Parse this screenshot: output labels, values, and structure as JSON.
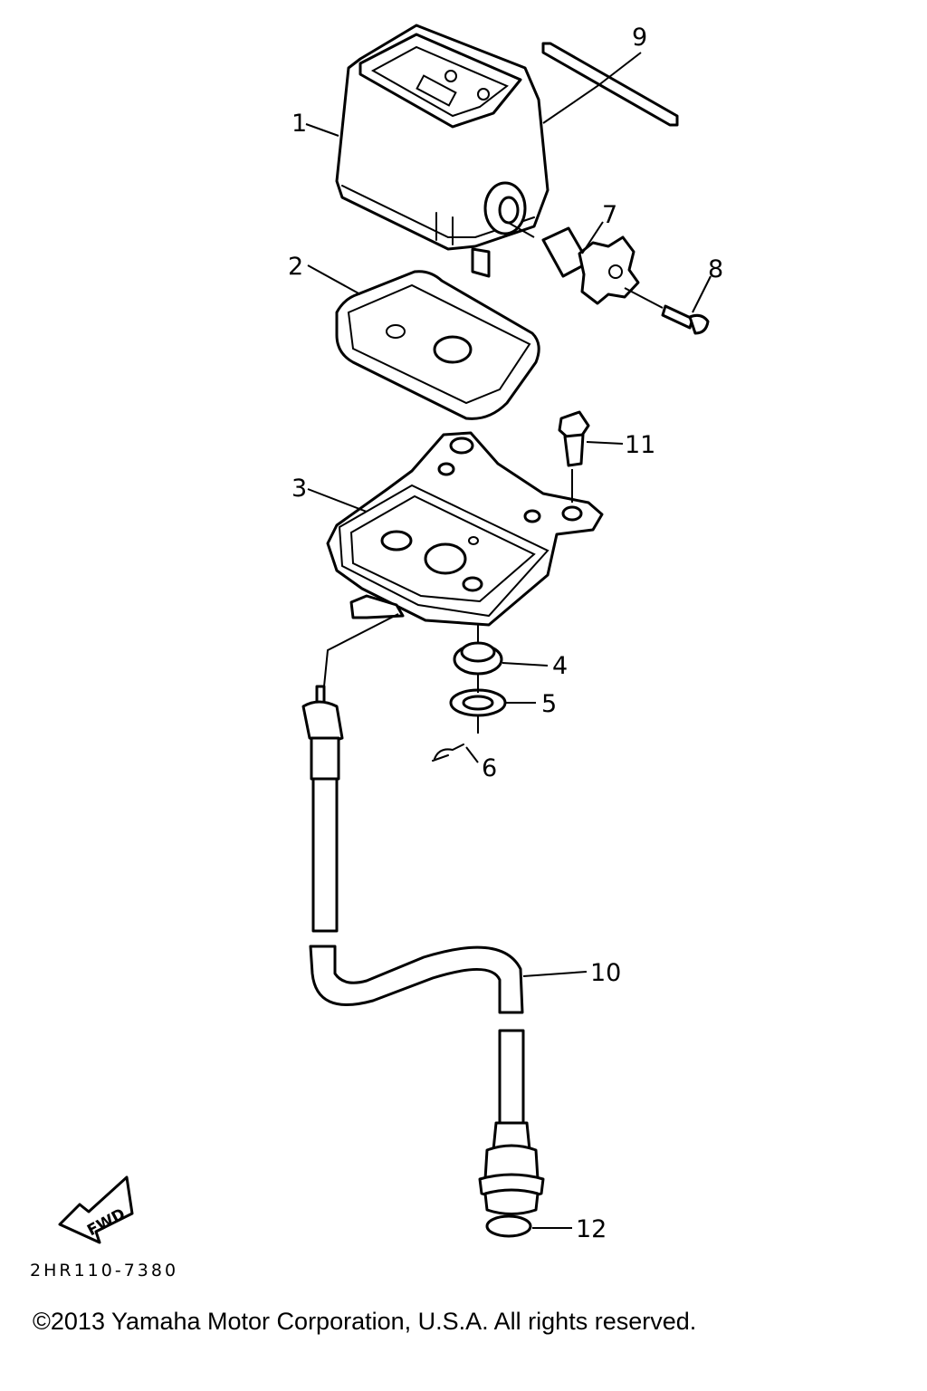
{
  "drawing_code": "2HR110-7380",
  "direction_label": "FWD",
  "copyright": "©2013 Yamaha Motor Corporation, U.S.A. All rights reserved.",
  "callouts": {
    "c1": "1",
    "c2": "2",
    "c3": "3",
    "c4": "4",
    "c5": "5",
    "c6": "6",
    "c7": "7",
    "c8": "8",
    "c9": "9",
    "c10": "10",
    "c11": "11",
    "c12": "12"
  }
}
